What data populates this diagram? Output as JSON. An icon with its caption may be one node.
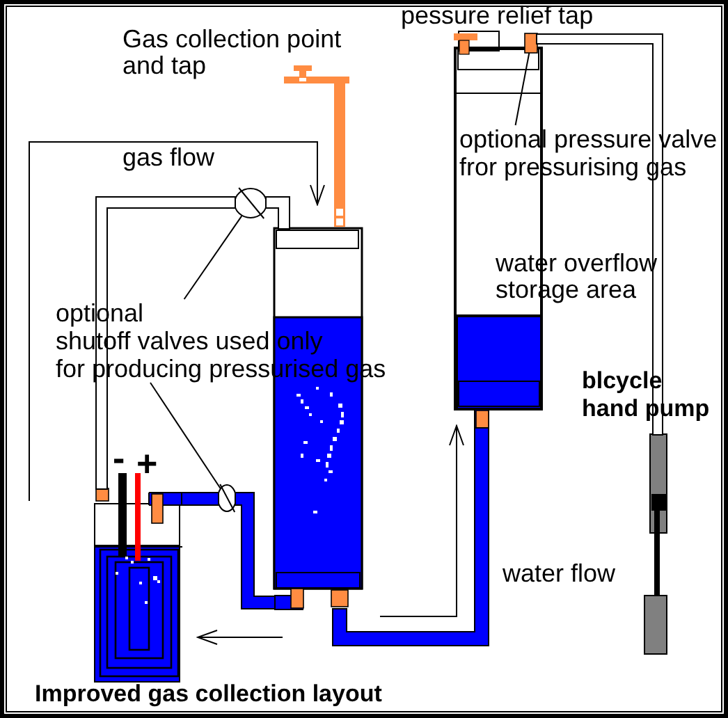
{
  "diagram": {
    "caption": "Improved gas collection layout",
    "nodes": [
      {
        "text": [],
        "shape": "picture"
      },
      {
        "text": [],
        "shape": "box"
      },
      {
        "text": [
          "optional pressure valve fror pressurising gas"
        ]
      },
      {
        "text": [],
        "shape": "circle"
      },
      {
        "text": [],
        "shape": "picture"
      },
      {
        "text": [
          "optional",
          "shutoff valves used only",
          "for producing pressurised gas"
        ]
      },
      {
        "text": [],
        "shape": "picture"
      },
      {
        "text": [],
        "shape": "picture"
      },
      {
        "text": [],
        "shape": "circle"
      }
    ],
    "edges": [
      {
        "from": 2,
        "to": 1,
        "arrow": "none"
      },
      {
        "from": 5,
        "to": 3,
        "arrow": "none"
      },
      {
        "from": 5,
        "to": 8,
        "arrow": "none"
      },
      {
        "from": 7,
        "to": 3,
        "arrow": "none",
        "color": "#ffffff"
      },
      {
        "from": 3,
        "to": 4,
        "arrow": "none",
        "color": "#ffffff"
      },
      {
        "from": 7,
        "to": 8,
        "arrow": "none",
        "color": "#0000ff"
      },
      {
        "from": 8,
        "to": 4,
        "arrow": "none",
        "color": "#0000ff"
      },
      {
        "from": 4,
        "to": 0,
        "arrow": "none",
        "color": "#0000ff"
      },
      {
        "from": 1,
        "to": 6,
        "arrow": "none",
        "color": "#ffffff"
      }
    ],
    "labels": [
      "pessure relief tap",
      "Gas collection point and tap",
      "gas flow",
      "water overflow storage area",
      "blcycle hand pump",
      "-",
      "+",
      "water flow"
    ]
  }
}
